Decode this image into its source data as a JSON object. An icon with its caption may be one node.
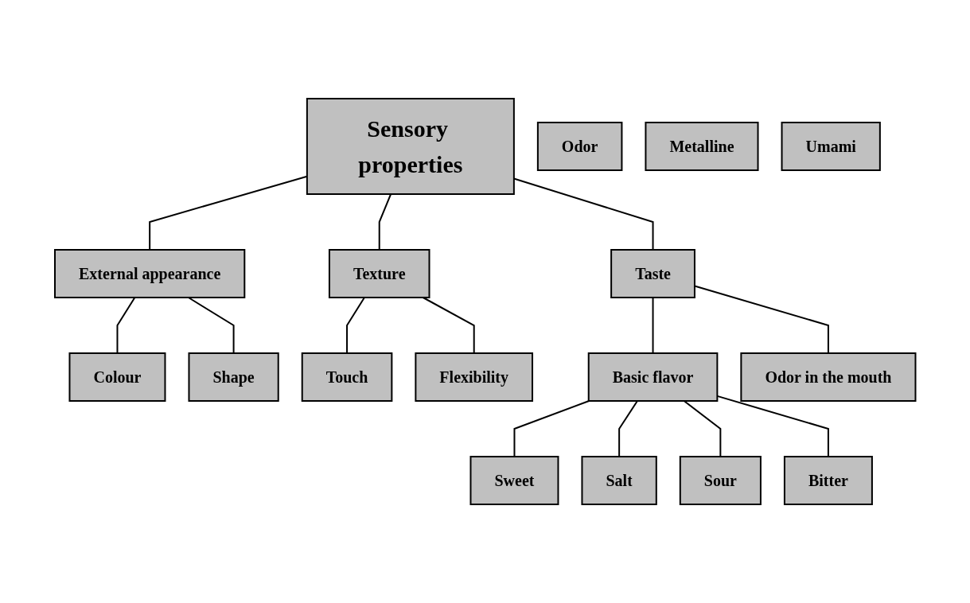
{
  "diagram": {
    "nodes": [
      {
        "text": [
          "Sensory properties"
        ]
      },
      {
        "text": [
          "External appearance"
        ]
      },
      {
        "text": [
          "Taste"
        ]
      },
      {
        "text": [
          "Odor"
        ]
      },
      {
        "text": [
          "Texture"
        ]
      },
      {
        "text": [
          "Colour"
        ]
      },
      {
        "text": [
          "Shape"
        ]
      },
      {
        "text": [
          "Touch"
        ]
      },
      {
        "text": [
          "Flexibility"
        ]
      },
      {
        "text": [
          "Basic flavor"
        ]
      },
      {
        "text": [
          "Odor in the mouth"
        ]
      },
      {
        "text": [
          "Sweet"
        ]
      },
      {
        "text": [
          "Salt"
        ]
      },
      {
        "text": [
          "Sour"
        ]
      },
      {
        "text": [
          "Bitter"
        ]
      },
      {
        "text": [
          "Metalline"
        ]
      },
      {
        "text": [
          "Umami"
        ]
      }
    ],
    "edges": [
      {
        "from": 0,
        "to": 1,
        "arrow": "none"
      },
      {
        "from": 0,
        "to": 2,
        "arrow": "none"
      },
      {
        "from": 0,
        "to": 4,
        "arrow": "none"
      },
      {
        "from": 1,
        "to": 5,
        "arrow": "none"
      },
      {
        "from": 1,
        "to": 6,
        "arrow": "none"
      },
      {
        "from": 4,
        "to": 7,
        "arrow": "none"
      },
      {
        "from": 4,
        "to": 8,
        "arrow": "none"
      },
      {
        "from": 2,
        "to": 9,
        "arrow": "none"
      },
      {
        "from": 2,
        "to": 10,
        "arrow": "none"
      },
      {
        "from": 9,
        "to": 11,
        "arrow": "none"
      },
      {
        "from": 9,
        "to": 12,
        "arrow": "none"
      },
      {
        "from": 9,
        "to": 13,
        "arrow": "none"
      },
      {
        "from": 9,
        "to": 14,
        "arrow": "none"
      }
    ]
  }
}
